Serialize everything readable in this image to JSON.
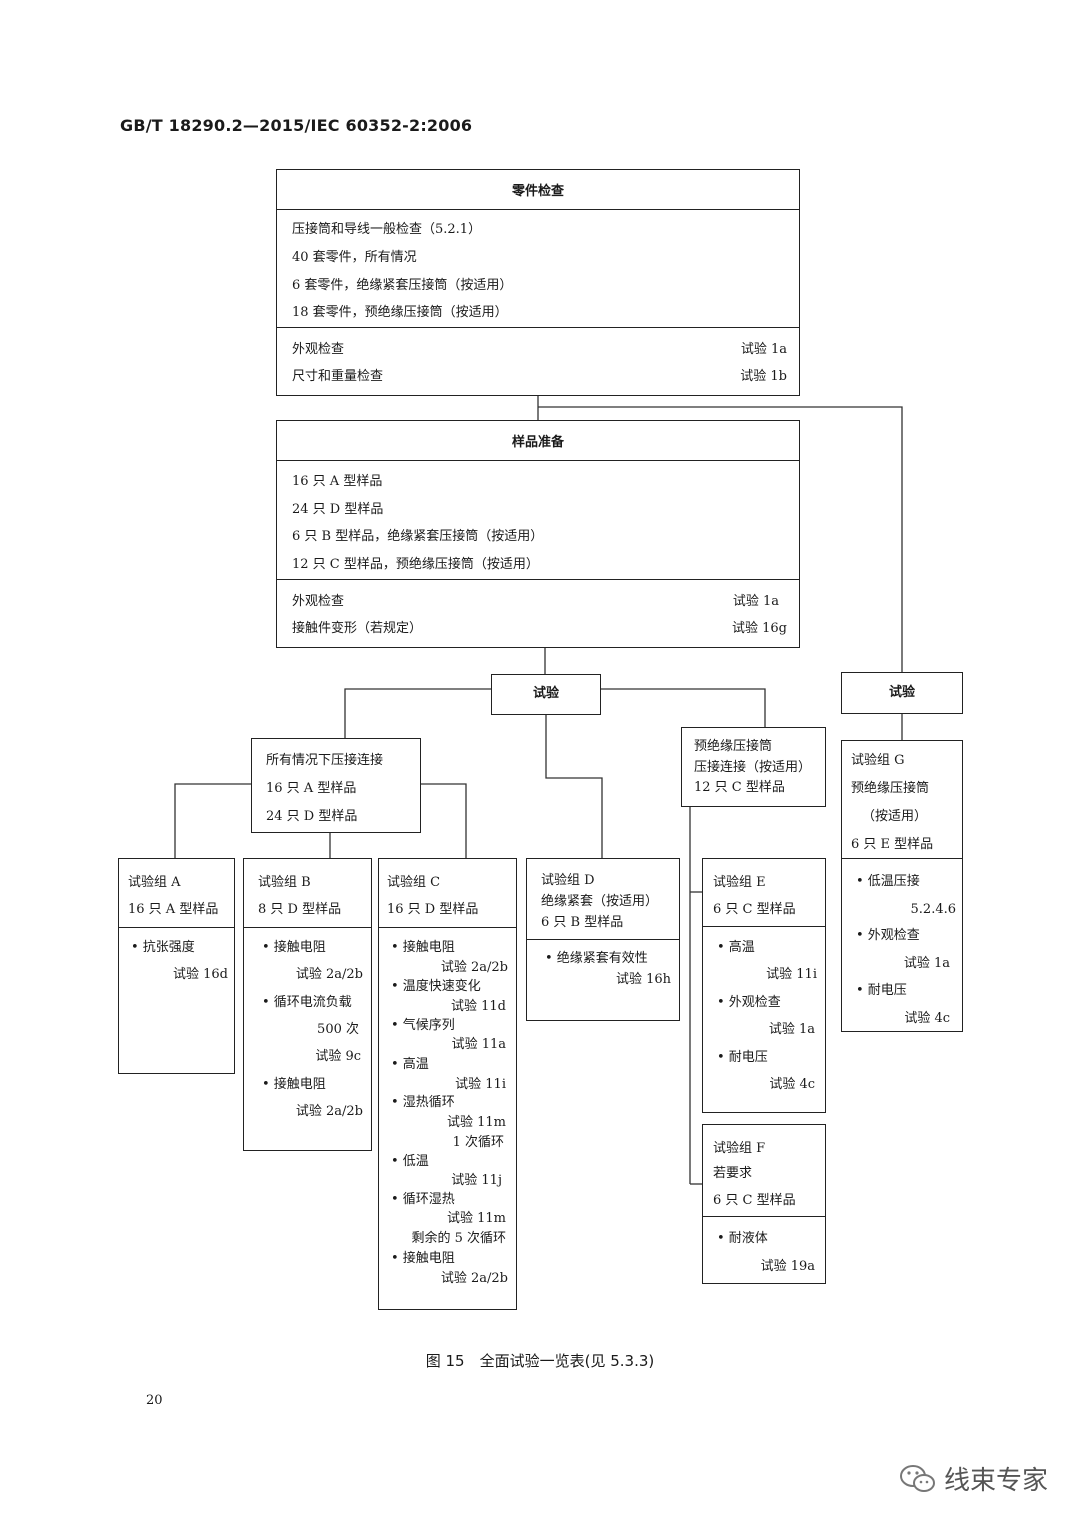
{
  "header": "GB/T  18290.2—2015/IEC 60352-2:2006",
  "parts": {
    "title": "零件检查",
    "lines": [
      "压接筒和导线一般检查（5.2.1）",
      "40 套零件，所有情况",
      "6 套零件，绝缘紧套压接筒（按适用）",
      "18 套零件，预绝缘压接筒（按适用）"
    ],
    "tests": [
      {
        "label": "外观检查",
        "ref": "试验 1a"
      },
      {
        "label": "尺寸和重量检查",
        "ref": "试验 1b"
      }
    ]
  },
  "prep": {
    "title": "样品准备",
    "lines": [
      "16 只 A 型样品",
      "24 只 D 型样品",
      "6 只 B 型样品，绝缘紧套压接筒（按适用）",
      "12 只 C 型样品，预绝缘压接筒（按适用）"
    ],
    "tests": [
      {
        "label": "外观检查",
        "ref": "试验 1a"
      },
      {
        "label": "接触件变形（若规定）",
        "ref": "试验 16g"
      }
    ]
  },
  "test_center": "试验",
  "test_right": "试验",
  "crimp_all": [
    "所有情况下压接连接",
    "16 只 A 型样品",
    "24 只 D 型样品"
  ],
  "pre_ins": [
    "预绝缘压接筒",
    "压接连接（按适用）",
    "12 只 C 型样品"
  ],
  "group_a": {
    "head": [
      "试验组 A",
      "16 只 A 型样品"
    ],
    "items": [
      "• 抗张强度",
      "试验 16d"
    ]
  },
  "group_b": {
    "head": [
      "试验组 B",
      "8 只 D 型样品"
    ],
    "items": [
      "• 接触电阻",
      "试验 2a/2b",
      "• 循环电流负载",
      "500 次",
      "试验 9c",
      "• 接触电阻",
      "试验 2a/2b"
    ]
  },
  "group_c": {
    "head": [
      "试验组 C",
      "16 只 D 型样品"
    ],
    "items": [
      "• 接触电阻",
      "试验 2a/2b",
      "• 温度快速变化",
      "试验 11d",
      "• 气候序列",
      "试验 11a",
      "• 高温",
      "试验 11i",
      "• 湿热循环",
      "试验 11m",
      "1 次循环",
      "• 低温",
      "试验 11j",
      "• 循环湿热",
      "试验 11m",
      "剩余的 5 次循环",
      "• 接触电阻",
      "试验 2a/2b"
    ]
  },
  "group_d": {
    "head": [
      "试验组 D",
      "绝缘紧套（按适用）",
      "6 只 B 型样品"
    ],
    "items": [
      "• 绝缘紧套有效性",
      "试验 16h"
    ]
  },
  "group_e": {
    "head": [
      "试验组 E",
      "6 只 C 型样品"
    ],
    "items": [
      "• 高温",
      "试验 11i",
      "• 外观检查",
      "试验 1a",
      "• 耐电压",
      "试验 4c"
    ]
  },
  "group_f": {
    "head": [
      "试验组 F",
      "若要求",
      "6 只 C 型样品"
    ],
    "items": [
      "• 耐液体",
      "试验 19a"
    ]
  },
  "group_g": {
    "head": [
      "试验组 G",
      "预绝缘压接筒",
      "（按适用）",
      "6 只 E 型样品"
    ],
    "items": [
      "• 低温压接",
      "5.2.4.6",
      "• 外观检查",
      "试验 1a",
      "• 耐电压",
      "试验 4c"
    ]
  },
  "caption": "图 15　全面试验一览表(见 5.3.3)",
  "page_number": "20",
  "watermark": "线束专家"
}
